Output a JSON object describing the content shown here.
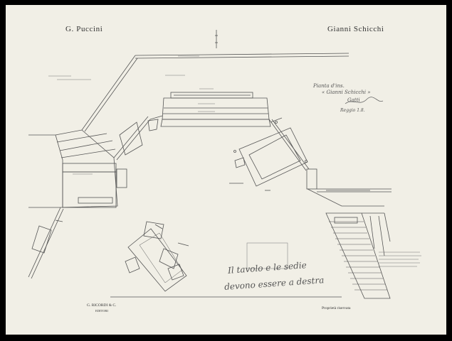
{
  "header": {
    "composer": "G. Puccini",
    "opera": "Gianni Schicchi"
  },
  "footer": {
    "publisher_line1": "G. RICORDI & C.",
    "publisher_line2": "EDITORI",
    "rights": "Proprietà riservata"
  },
  "handwritten": {
    "note_line1": "Il tavolo e le sedie",
    "note_line2": "devono essere a destra",
    "side_title_line1": "Pianta d'ins.",
    "side_title_line2": "« Gianni Schicchi »",
    "signature": "Gatti",
    "date": "Reggio 1.8."
  },
  "colors": {
    "paper": "#f1efe6",
    "border": "#000000",
    "ink": "#3a3a3a",
    "pencil": "#7a7a7a"
  }
}
